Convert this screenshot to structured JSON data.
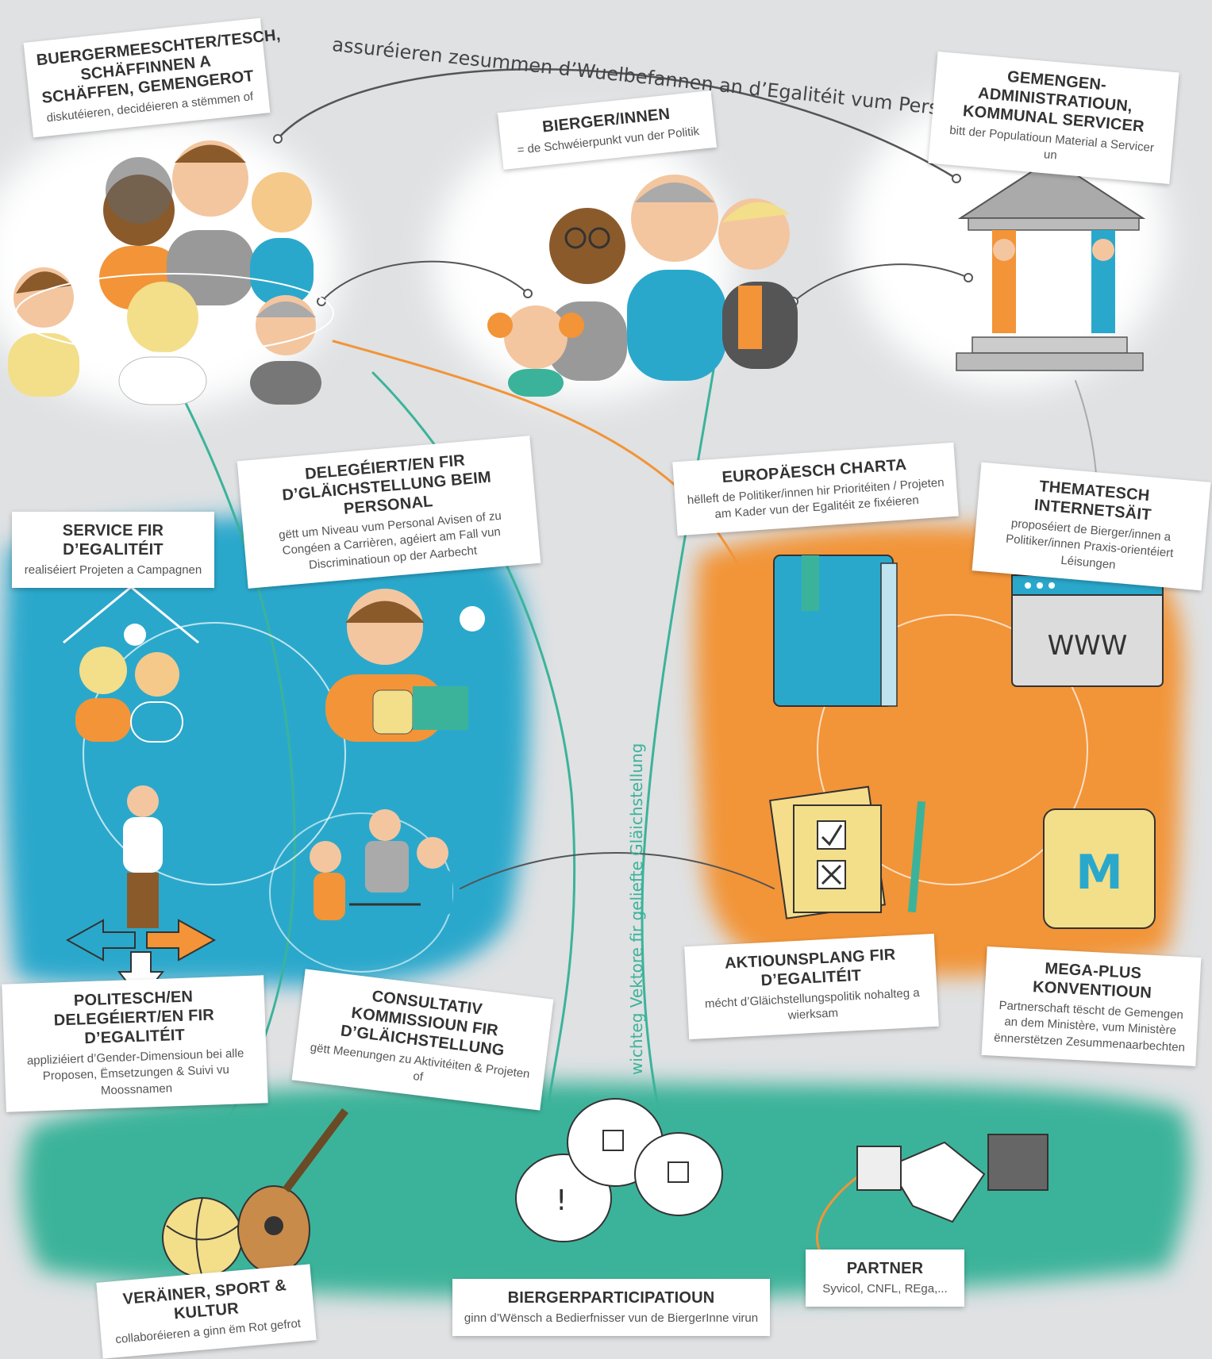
{
  "top_arc_label": "assuréieren zesummen d’Wuelbefannen an d’Egalitéit vum Personal",
  "vertical_label": "wichteg Vektore fir geliefte Gläichstellung",
  "colors": {
    "background": "#dfe1e3",
    "blue_zone": "#2aa8cc",
    "orange_zone": "#f29437",
    "green_zone": "#3bb39a",
    "connector_dark": "#555555",
    "connector_orange": "#f29437",
    "connector_teal": "#3bb39a"
  },
  "cards": {
    "buergermeeschter": {
      "title": "BUERGERMEESCHTER/TESCH, SCHÄFFINNEN A SCHÄFFEN, GEMENGEROT",
      "desc": "diskutéieren, decidéieren a stëmmen of"
    },
    "biergerinnen": {
      "title": "BIERGER/INNEN",
      "desc": "= de Schwéierpunkt vun der Politik"
    },
    "gemengen_admin": {
      "title": "GEMENGEN-ADMINISTRATIOUN, KOMMUNAL SERVICER",
      "desc": "bitt der Populatioun Material a Servicer un"
    },
    "service_egalitet": {
      "title": "SERVICE FIR D’EGALITÉIT",
      "desc": "realiséiert Projeten a Campagnen"
    },
    "delegeierten_personal": {
      "title": "DELEGÉIERT/EN FIR D’GLÄICHSTELLUNG BEIM PERSONAL",
      "desc": "gëtt um Niveau vum Personal Avisen of zu Congéen a Carrièren, agéiert am Fall vun Discriminatioun op der Aarbecht"
    },
    "europaesch_charta": {
      "title": "EUROPÄESCH CHARTA",
      "desc": "hëlleft de Politiker/innen hir Prioritéiten / Projeten am Kader vun der Egalitéit ze fixéieren"
    },
    "thematesch_internetsait": {
      "title": "THEMATESCH INTERNETSÄIT",
      "desc": "proposéiert de Bierger/innen a Politiker/innen Praxis-orientéiert Léisungen"
    },
    "aktiounsplang": {
      "title": "AKTIOUNSPLANG FIR D’EGALITÉIT",
      "desc": "mécht d’Gläichstellungspolitik nohalteg a wierksam"
    },
    "mega_plus": {
      "title": "MEGA-PLUS KONVENTIOUN",
      "desc": "Partnerschaft tëscht de Gemengen an dem Ministère, vum Ministère ënnerstëtzen Zesummenaarbechten"
    },
    "politesch_delegeierten": {
      "title": "POLITESCH/EN DELEGÉIERT/EN FIR D’EGALITÉIT",
      "desc": "appliziéiert d’Gender-Dimensioun bei alle Proposen, Ëmsetzungen & Suivi vu Moossnamen"
    },
    "consultativ": {
      "title": "CONSULTATIV KOMMISSIOUN FIR D’GLÄICHSTELLUNG",
      "desc": "gëtt Meenungen zu Aktivitéiten & Projeten of"
    },
    "vereiner": {
      "title": "VERÄINER, SPORT & KULTUR",
      "desc": "collaboréieren a ginn ëm Rot gefrot"
    },
    "biergerparticipatioun": {
      "title": "BIERGERPARTICIPATIOUN",
      "desc": "ginn d’Wënsch a Bedierfnisser vun de BiergerInne virun"
    },
    "partner": {
      "title": "PARTNER",
      "desc": "Syvicol, CNFL, REga,..."
    }
  },
  "icons": {
    "www_label": "WWW",
    "scroll_letter": "M"
  }
}
